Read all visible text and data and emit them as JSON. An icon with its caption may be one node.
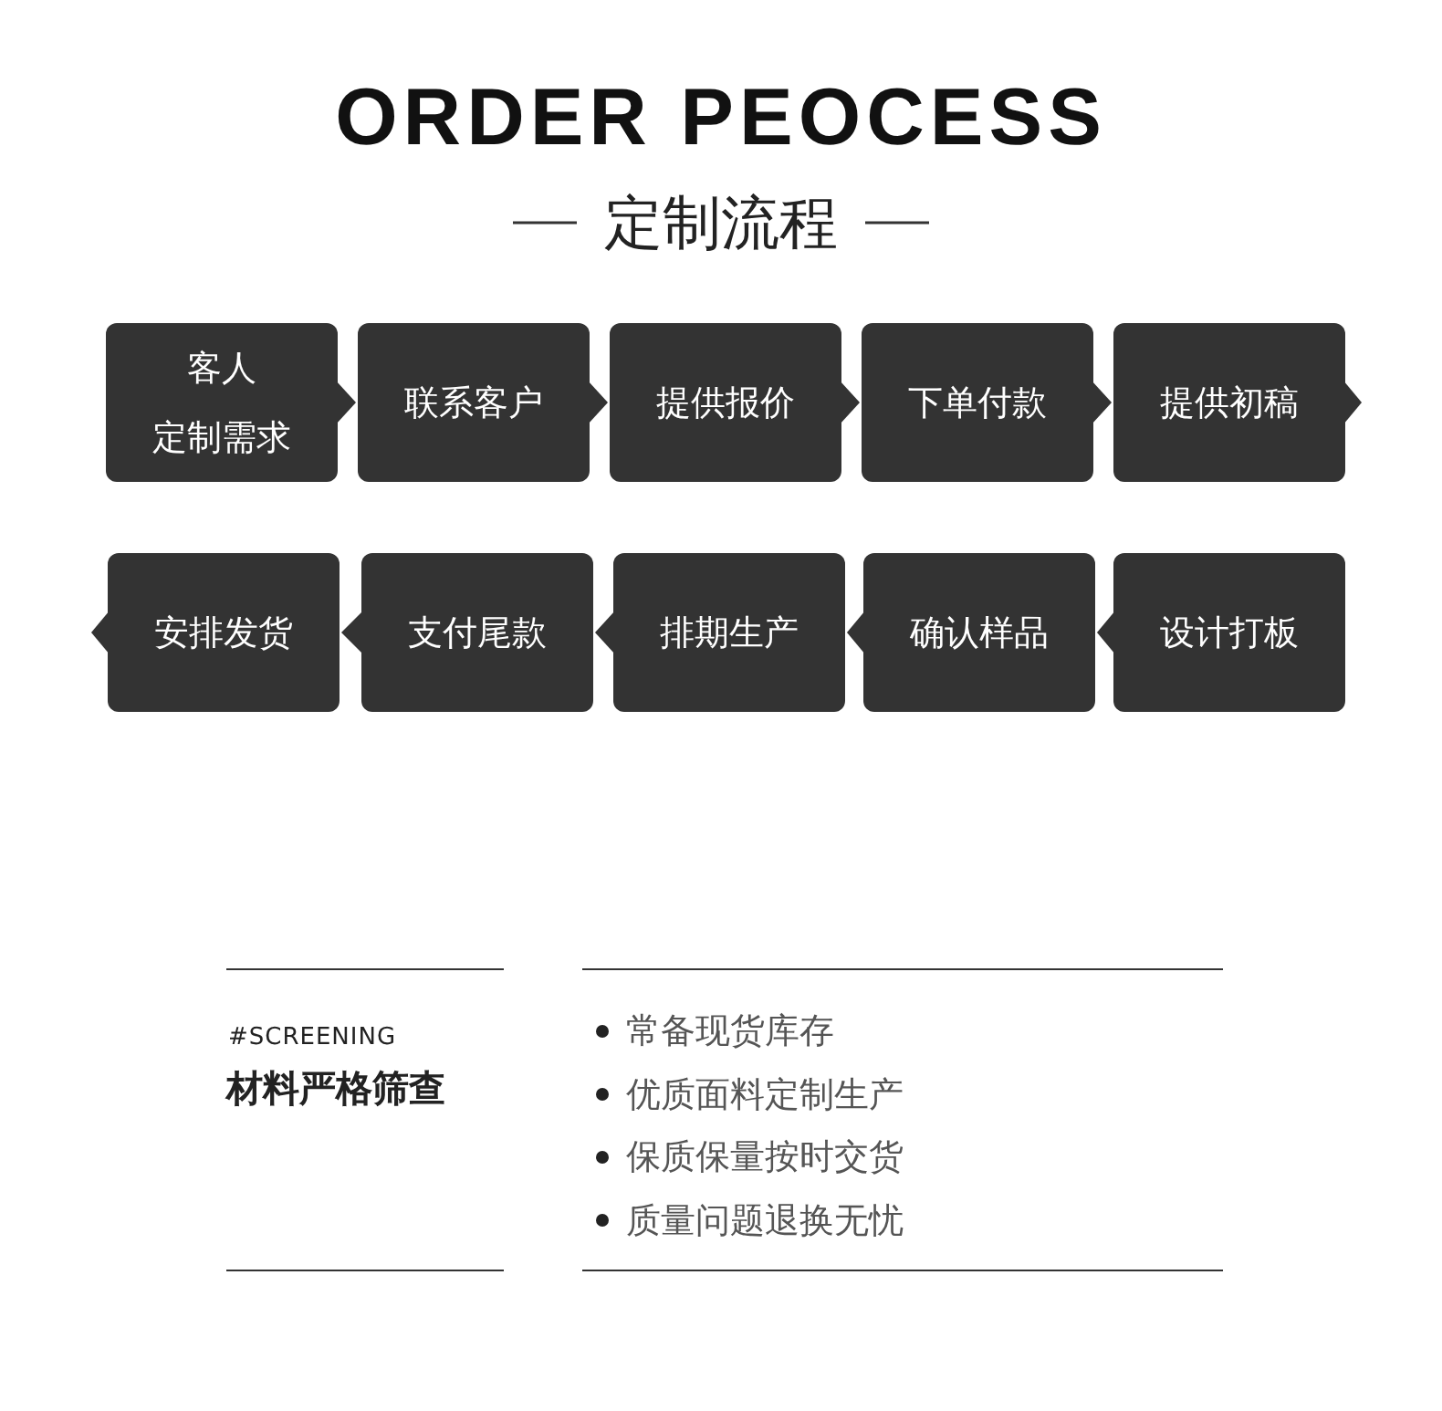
{
  "diagram": {
    "title": "ORDER PEOCESS",
    "nodes": [
      {
        "text": [
          "客人",
          "定制需求"
        ]
      },
      {
        "text": [
          "联系客户"
        ]
      },
      {
        "text": [
          "提供报价"
        ]
      },
      {
        "text": [
          "下单付款"
        ]
      },
      {
        "text": [
          "提供初稿"
        ]
      },
      {
        "text": [
          "安排发货"
        ]
      },
      {
        "text": [
          "支付尾款"
        ]
      },
      {
        "text": [
          "排期生产"
        ]
      },
      {
        "text": [
          "确认样品"
        ]
      },
      {
        "text": [
          "设计打板"
        ]
      }
    ],
    "edges": [
      {
        "from": 0,
        "to": 1,
        "arrow": "to"
      },
      {
        "from": 1,
        "to": 2,
        "arrow": "to"
      },
      {
        "from": 2,
        "to": 3,
        "arrow": "to"
      },
      {
        "from": 3,
        "to": 4,
        "arrow": "to"
      },
      {
        "from": 4,
        "to": null,
        "arrow": "to"
      },
      {
        "from": 9,
        "to": 8,
        "arrow": "to"
      },
      {
        "from": 8,
        "to": 7,
        "arrow": "to"
      },
      {
        "from": 7,
        "to": 6,
        "arrow": "to"
      },
      {
        "from": 6,
        "to": 5,
        "arrow": "to"
      },
      {
        "from": 5,
        "to": null,
        "arrow": "to"
      }
    ],
    "labels": [
      "定制流程",
      "#SCREENING",
      "材料严格筛查",
      "常备现货库存",
      "优质面料定制生产",
      "保质保量按时交货",
      "质量问题退换无忧"
    ]
  }
}
